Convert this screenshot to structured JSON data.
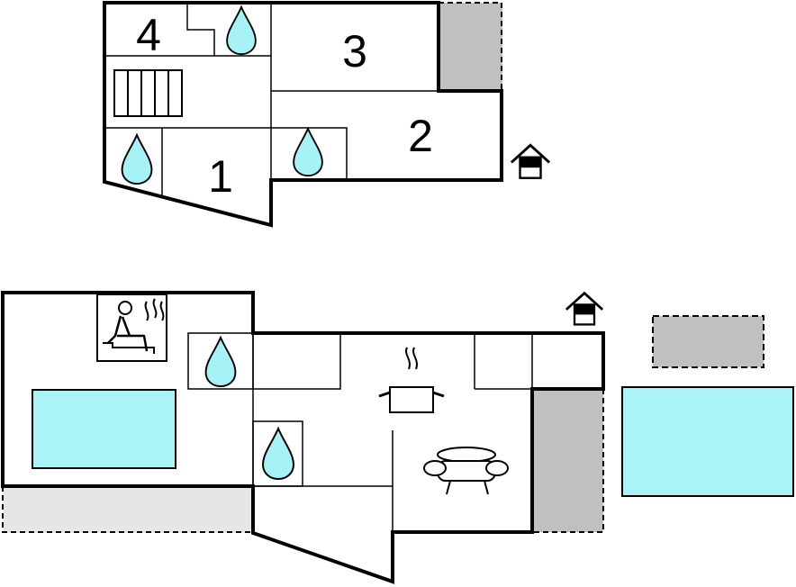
{
  "floorplan": {
    "upper_floor": {
      "room_labels": [
        "4",
        "3",
        "2",
        "1"
      ]
    },
    "icons": {
      "water_drop": "water-drop-icon",
      "staircase": "staircase-icon",
      "entrance": "entrance-icon",
      "sauna": "sauna-icon",
      "stove": "stove-pot-icon",
      "sofa": "sofa-icon",
      "pool": "pool-icon",
      "terrace": "terrace-area"
    },
    "colors": {
      "water": "#a6f2f7",
      "pool": "#aaf4f8",
      "terrace_dark": "#c0c0c0",
      "terrace_light": "#e6e6e6",
      "wall": "#000000"
    }
  }
}
